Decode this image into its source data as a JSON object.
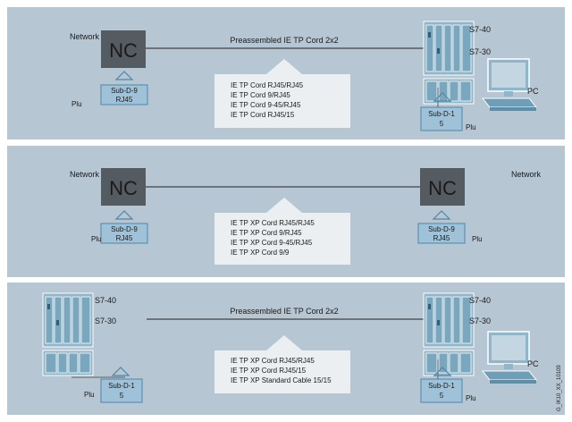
{
  "panel1": {
    "network_label": "Network",
    "nc_label": "NC",
    "cable_label": "Preassembled IE TP Cord 2x2",
    "plug_left": {
      "line1": "Sub-D-9",
      "line2": "RJ45",
      "caption": "Plu"
    },
    "cords": [
      "IE TP Cord RJ45/RJ45",
      "IE TP Cord 9/RJ45",
      "IE TP Cord 9-45/RJ45",
      "IE TP Cord RJ45/15"
    ],
    "s7_400": "S7-40",
    "s7_300": "S7-30",
    "pc_label": "PC",
    "plug_right": {
      "line1": "Sub-D-1",
      "line2": "5",
      "caption": "Plu"
    }
  },
  "panel2": {
    "network_left": "Network",
    "network_right": "Network",
    "nc_left": "NC",
    "nc_right": "NC",
    "plug_left": {
      "line1": "Sub-D-9",
      "line2": "RJ45",
      "caption": "Plu"
    },
    "plug_right": {
      "line1": "Sub-D-9",
      "line2": "RJ45",
      "caption": "Plu"
    },
    "cords": [
      "IE TP XP Cord RJ45/RJ45",
      "IE TP XP Cord 9/RJ45",
      "IE TP XP Cord 9-45/RJ45",
      "IE TP XP Cord 9/9"
    ]
  },
  "panel3": {
    "s7_400_left": "S7-40",
    "s7_300_left": "S7-30",
    "s7_400_right": "S7-40",
    "s7_300_right": "S7-30",
    "cable_label": "Preassembled IE TP Cord 2x2",
    "cords": [
      "IE TP XP Cord RJ45/RJ45",
      "IE TP XP Cord RJ45/15",
      "IE TP XP Standard Cable 15/15"
    ],
    "pc_label": "PC",
    "plug_left": {
      "line1": "Sub-D-1",
      "line2": "5",
      "caption": "Plu"
    },
    "plug_right": {
      "line1": "Sub-D-1",
      "line2": "5",
      "caption": "Plu"
    }
  },
  "figure_id": "G_IK10_XX_10109",
  "colors": {
    "panel_bg": "#b6c6d2",
    "nc_box": "#545b61",
    "plug_fill": "#9fc2d8",
    "plc_fill": "#8fb6c9",
    "cable_line": "#6d7378",
    "callout_bg": "#eceff1"
  }
}
